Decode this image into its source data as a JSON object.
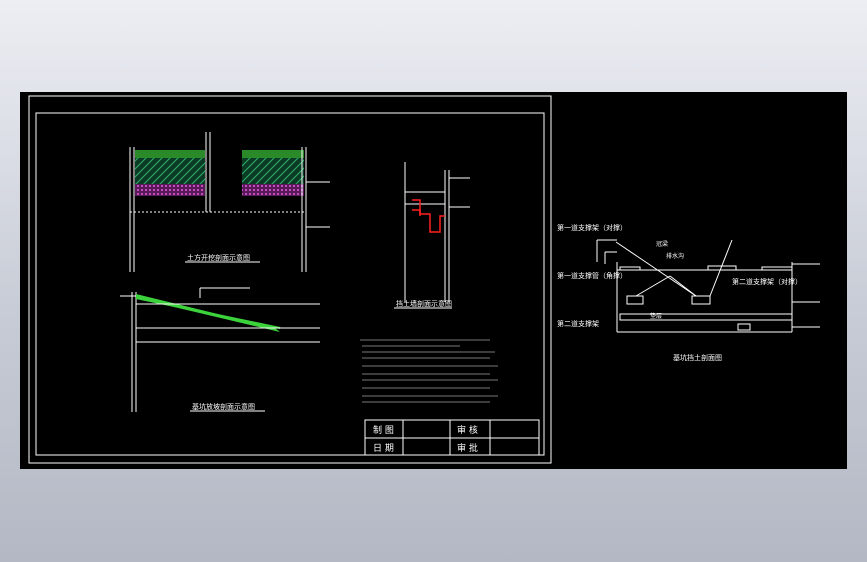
{
  "drawings": {
    "excavation_plan_title": "土方开挖剖面示意图",
    "slope_section_title": "基坑放坡剖面示意图",
    "retaining_section_title": "挡土墙剖面示意图",
    "pile_section_title": "基坑挡土剖面图"
  },
  "pile_section_labels": {
    "first_support_left": "第一道支撑架（对撑）",
    "first_support_mid": "第一道支撑管（角撑）",
    "second_support": "第二道支撑架",
    "second_support_right": "第二道支撑架（对撑）",
    "crown_beam": "冠梁",
    "drain_ditch": "排水沟",
    "bottom_slab": "垫层"
  },
  "title_block": {
    "drawn_label": "制 图",
    "date_label": "日 期",
    "review_label": "审 核",
    "approve_label": "审 批"
  },
  "colors": {
    "background": "#000000",
    "line": "#ffffff",
    "soil_hatch": "#1f9e5a",
    "layer_magenta": "#c040c0",
    "slope_green": "#3cd23c",
    "detail_red": "#ff2020"
  }
}
